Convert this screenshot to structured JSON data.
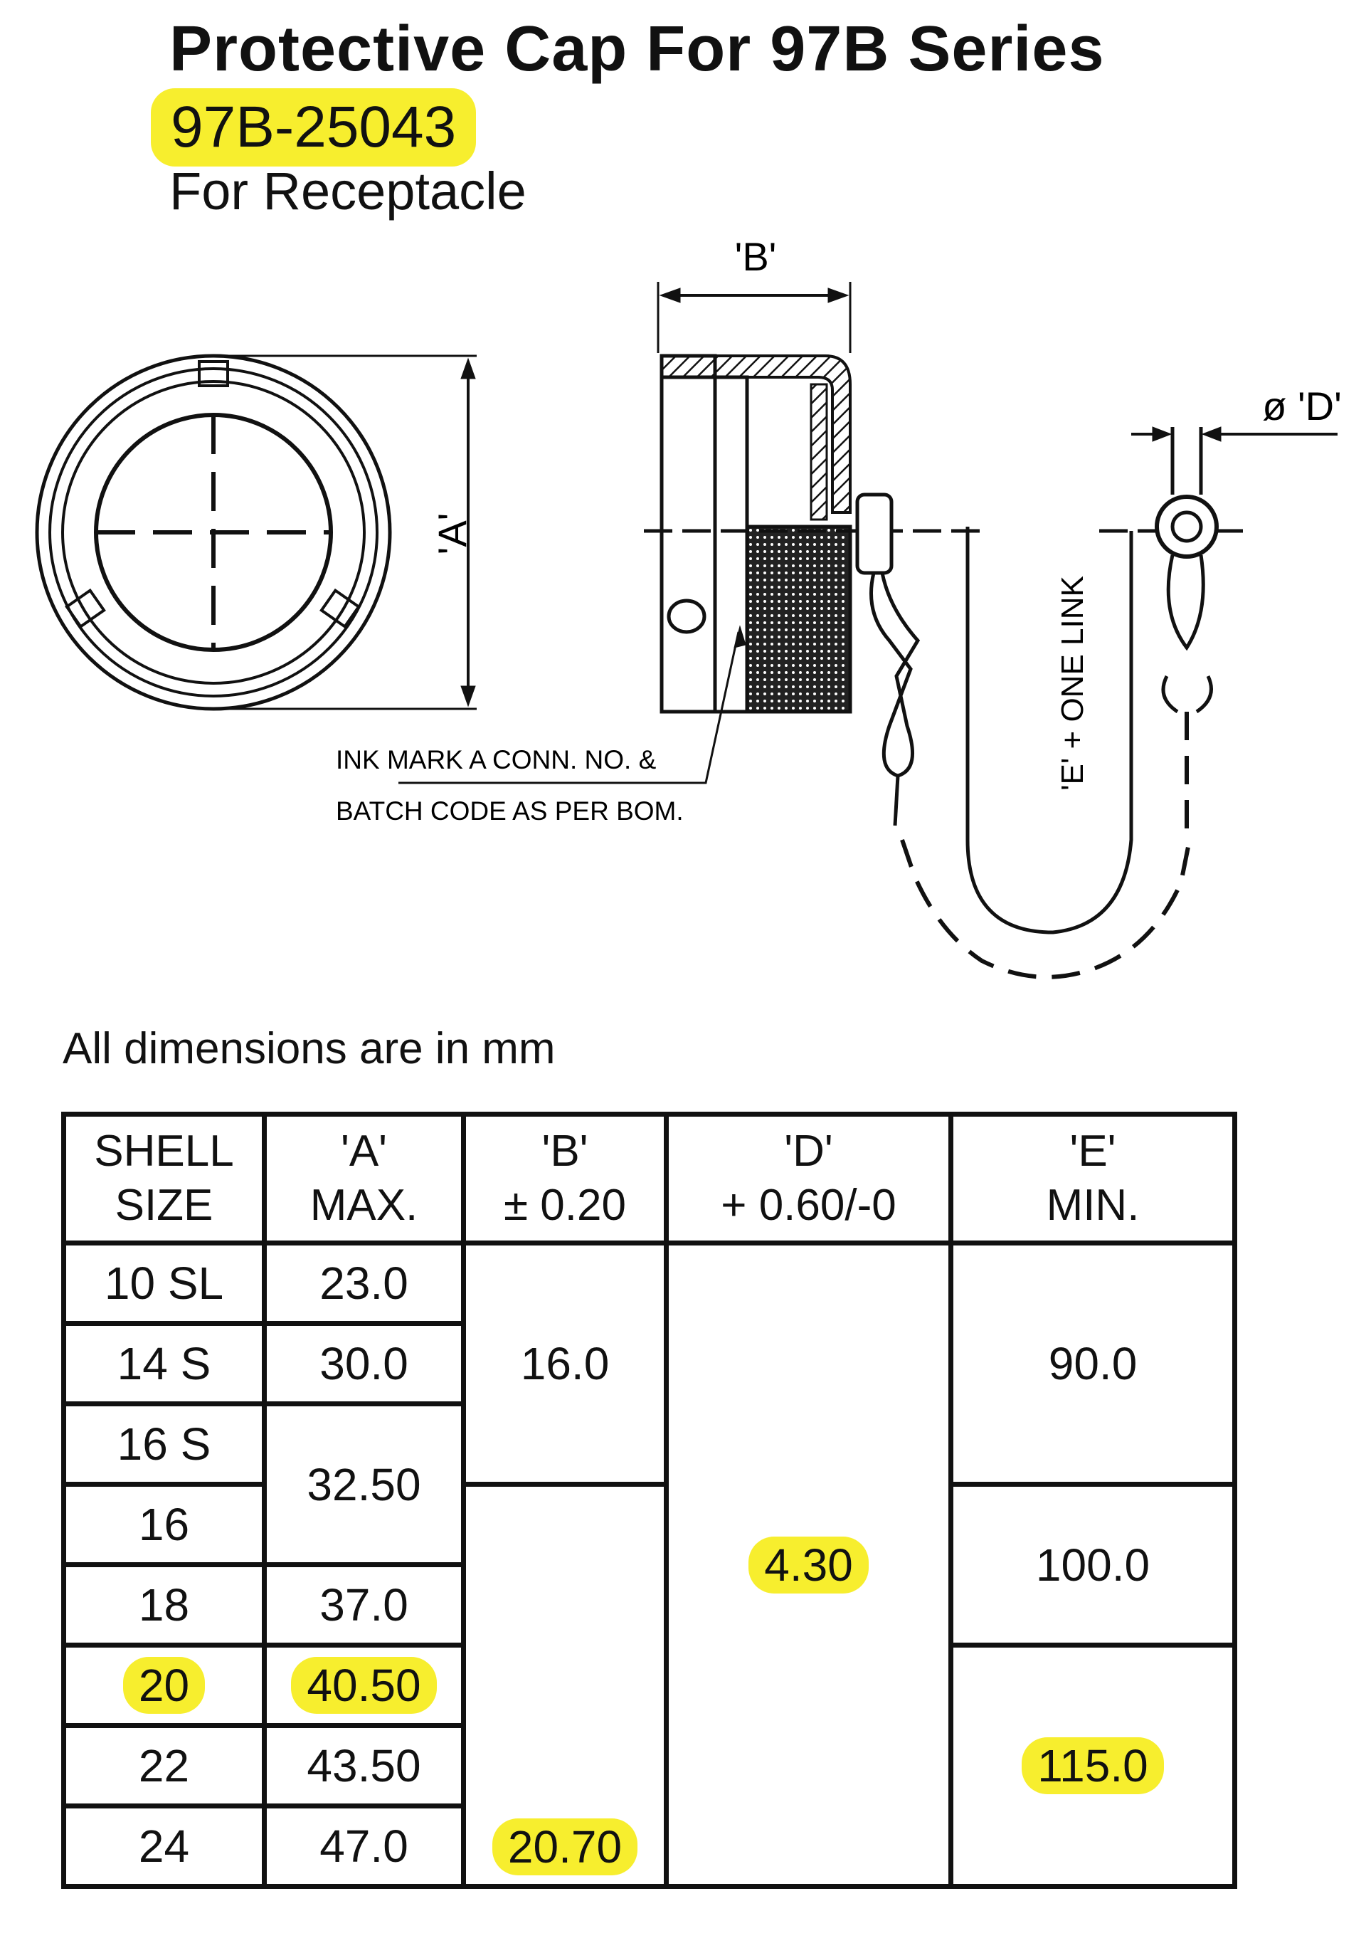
{
  "header": {
    "title": "Protective Cap For 97B Series",
    "part_number": "97B-25043",
    "subtitle": "For Receptacle"
  },
  "drawing": {
    "label_a": "'A'",
    "label_b": "'B'",
    "label_d": "ø 'D'",
    "label_e": "'E' + ONE LINK",
    "note_line1": "INK MARK A CONN. NO. &",
    "note_line2": "BATCH CODE AS PER BOM."
  },
  "units_note": "All dimensions are in mm",
  "highlight_color": "#f7ee2e",
  "table": {
    "headers": [
      {
        "line1": "SHELL",
        "line2": "SIZE"
      },
      {
        "line1": "'A'",
        "line2": "MAX."
      },
      {
        "line1": "'B'",
        "line2": "± 0.20"
      },
      {
        "line1": "'D'",
        "line2": "+ 0.60/-0"
      },
      {
        "line1": "'E'",
        "line2": "MIN."
      }
    ],
    "shell_sizes": [
      "10 SL",
      "14 S",
      "16 S",
      "16",
      "18",
      "20",
      "22",
      "24"
    ],
    "a_values": [
      "23.0",
      "30.0",
      "32.50",
      "37.0",
      "40.50",
      "43.50",
      "47.0"
    ],
    "b_values": [
      "16.0",
      "20.70"
    ],
    "d_values": [
      "4.30"
    ],
    "e_values": [
      "90.0",
      "100.0",
      "115.0"
    ]
  }
}
